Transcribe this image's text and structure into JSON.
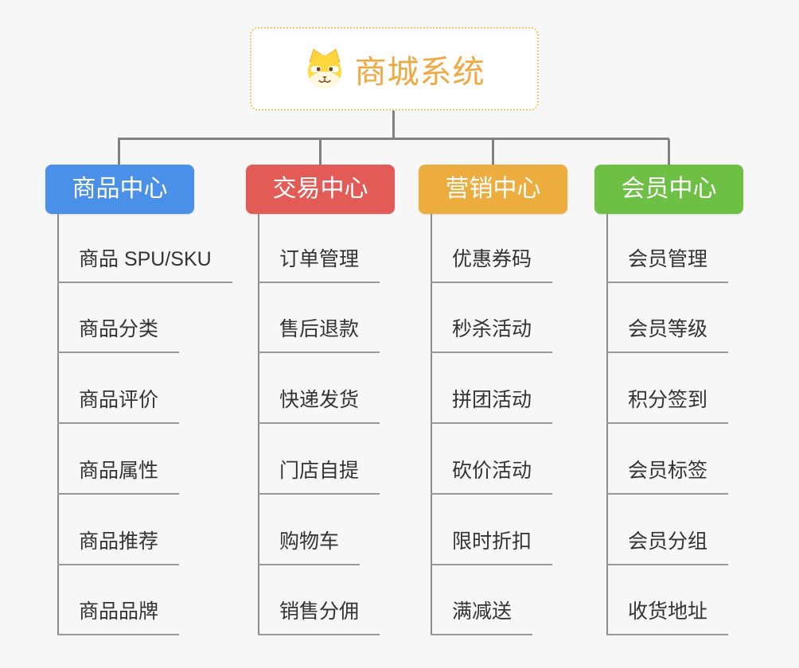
{
  "root": {
    "title": "商城系统",
    "icon": "dog-face-icon",
    "title_color": "#F0A843",
    "border_color": "#F6C46E"
  },
  "connector_color": "#808080",
  "branches": [
    {
      "label": "商品中心",
      "color": "#4A90E8",
      "items": [
        "商品 SPU/SKU",
        "商品分类",
        "商品评价",
        "商品属性",
        "商品推荐",
        "商品品牌"
      ]
    },
    {
      "label": "交易中心",
      "color": "#E25B57",
      "items": [
        "订单管理",
        "售后退款",
        "快递发货",
        "门店自提",
        "购物车",
        "销售分佣"
      ]
    },
    {
      "label": "营销中心",
      "color": "#ECAD3E",
      "items": [
        "优惠券码",
        "秒杀活动",
        "拼团活动",
        "砍价活动",
        "限时折扣",
        "满减送"
      ]
    },
    {
      "label": "会员中心",
      "color": "#6DC044",
      "items": [
        "会员管理",
        "会员等级",
        "积分签到",
        "会员标签",
        "会员分组",
        "收货地址"
      ]
    }
  ]
}
